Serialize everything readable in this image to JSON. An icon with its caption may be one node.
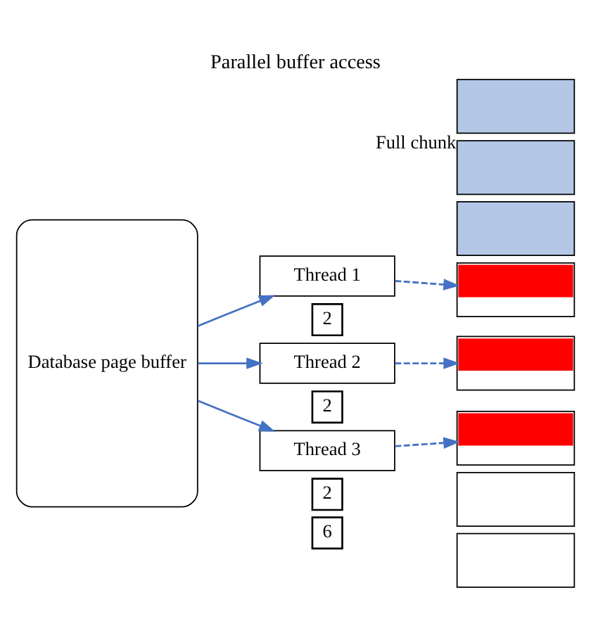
{
  "diagram": {
    "title": "Parallel buffer access",
    "nodes": [
      {
        "text": [
          "Database page buffer"
        ]
      },
      {
        "text": [
          "Thread 1"
        ]
      },
      {
        "text": [
          "2"
        ]
      },
      {
        "text": [
          "Thread 2"
        ]
      },
      {
        "text": [
          "2"
        ]
      },
      {
        "text": [
          "Thread 3"
        ]
      },
      {
        "text": [
          "2"
        ]
      },
      {
        "text": [],
        "shape": "box",
        "beside": [
          "Full chunk"
        ]
      },
      {
        "text": [],
        "shape": "box"
      },
      {
        "text": [],
        "shape": "box"
      },
      {
        "text": [],
        "shape": "box"
      },
      {
        "text": [],
        "shape": "box"
      },
      {
        "text": [],
        "shape": "box"
      },
      {
        "text": [],
        "shape": "box"
      },
      {
        "text": [],
        "shape": "box"
      },
      {
        "text": [
          "6"
        ]
      }
    ],
    "edges": [
      {
        "from": 0,
        "to": 1,
        "arrow": "to"
      },
      {
        "from": 0,
        "to": 3,
        "arrow": "to"
      },
      {
        "from": 0,
        "to": 5,
        "arrow": "to"
      },
      {
        "from": 1,
        "to": 10,
        "arrow": "to",
        "style": "dashed"
      },
      {
        "from": 3,
        "to": 11,
        "arrow": "to",
        "style": "dashed"
      },
      {
        "from": 5,
        "to": 12,
        "arrow": "to",
        "style": "dashed"
      }
    ]
  }
}
